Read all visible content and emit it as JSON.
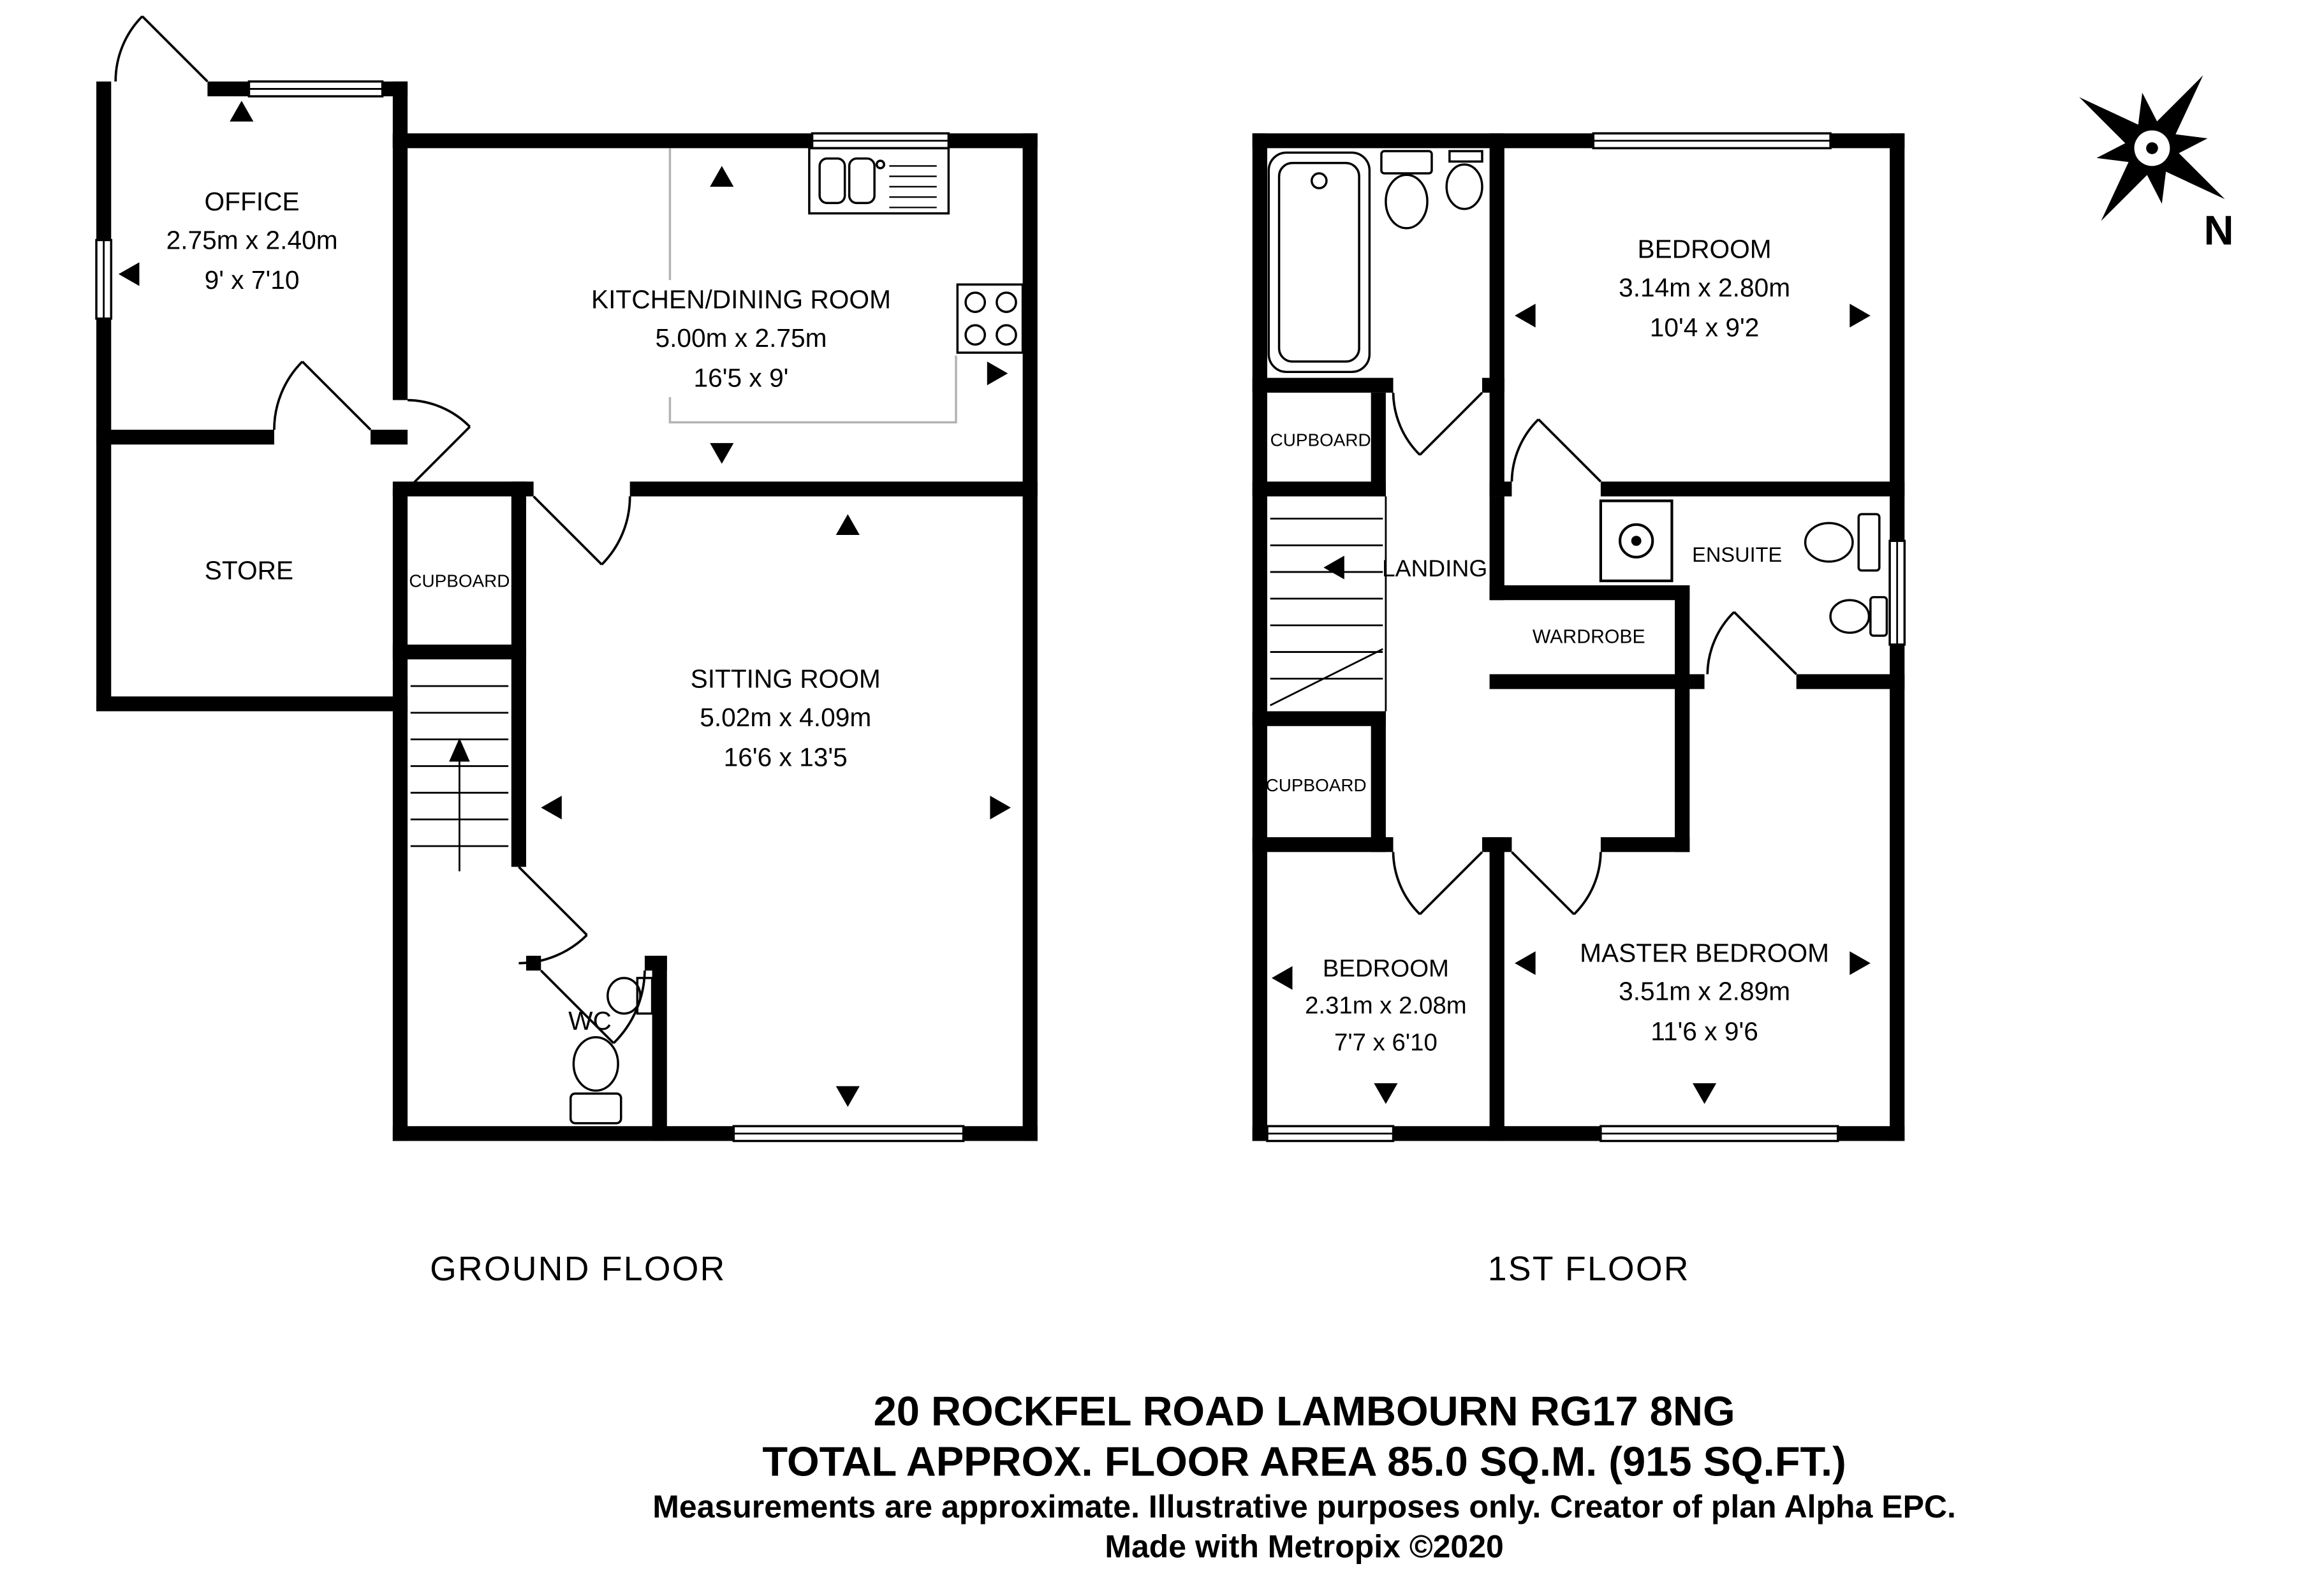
{
  "compass": {
    "north_label": "N"
  },
  "colors": {
    "walls": "#000000",
    "background": "#ffffff",
    "kitchen_zone_line": "#b3b3b3"
  },
  "floors": [
    {
      "label": "GROUND FLOOR",
      "rooms": {
        "office": {
          "name": "OFFICE",
          "metric": "2.75m x 2.40m",
          "imperial": "9' x 7'10"
        },
        "store": {
          "name": "STORE"
        },
        "kitchen": {
          "name": "KITCHEN/DINING ROOM",
          "metric": "5.00m x 2.75m",
          "imperial": "16'5 x 9'"
        },
        "cupboard": {
          "name": "CUPBOARD"
        },
        "sitting": {
          "name": "SITTING ROOM",
          "metric": "5.02m x 4.09m",
          "imperial": "16'6 x 13'5"
        },
        "wc": {
          "name": "WC"
        }
      }
    },
    {
      "label": "1ST FLOOR",
      "rooms": {
        "bedroom_top": {
          "name": "BEDROOM",
          "metric": "3.14m x 2.80m",
          "imperial": "10'4 x 9'2"
        },
        "cupboard_upper": {
          "name": "CUPBOARD"
        },
        "landing": {
          "name": "LANDING"
        },
        "ensuite": {
          "name": "ENSUITE"
        },
        "wardrobe": {
          "name": "WARDROBE"
        },
        "cupboard_lower": {
          "name": "CUPBOARD"
        },
        "bedroom_bottom": {
          "name": "BEDROOM",
          "metric": "2.31m x 2.08m",
          "imperial": "7'7 x 6'10"
        },
        "master": {
          "name": "MASTER BEDROOM",
          "metric": "3.51m x 2.89m",
          "imperial": "11'6 x 9'6"
        }
      }
    }
  ],
  "footer": {
    "address": "20 ROCKFEL ROAD LAMBOURN RG17 8NG",
    "area": "TOTAL APPROX. FLOOR AREA 85.0 SQ.M. (915 SQ.FT.)",
    "disclaimer": "Measurements are approximate. Illustrative purposes only. Creator of plan Alpha EPC.",
    "credit": "Made with Metropix ©2020"
  }
}
